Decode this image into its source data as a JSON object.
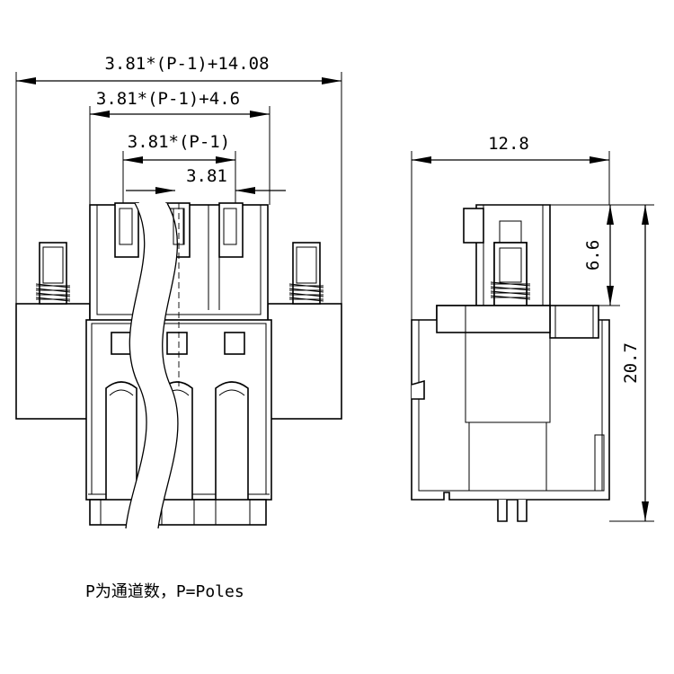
{
  "front_view": {
    "dim_overall": "3.81*(P-1)+14.08",
    "dim_body": "3.81*(P-1)+4.6",
    "dim_pins": "3.81*(P-1)",
    "dim_pitch": "3.81"
  },
  "side_view": {
    "dim_depth": "12.8",
    "dim_top": "6.6",
    "dim_height": "20.7"
  },
  "note": "P为通道数，P=Poles"
}
